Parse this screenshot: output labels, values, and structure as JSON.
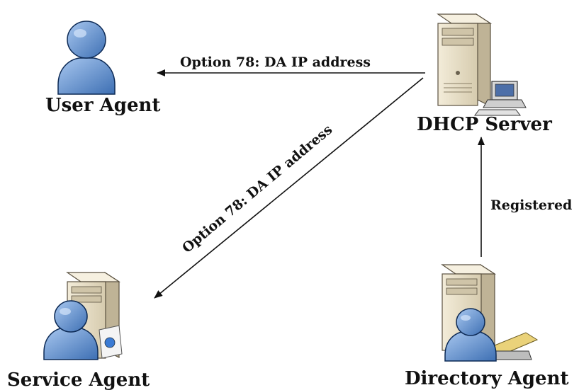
{
  "colors": {
    "person_body": "#4a7fc1",
    "person_highlight": "#a9c8f0",
    "person_outline": "#0d2a55",
    "server_face": "#e9e0c8",
    "server_side": "#bfb396",
    "server_outline": "#5a5140",
    "arrow": "#111111"
  },
  "nodes": {
    "user_agent": {
      "label": "User Agent",
      "icon": "person-icon"
    },
    "dhcp_server": {
      "label": "DHCP Server",
      "icon": "server-computer-icon"
    },
    "service_agent": {
      "label": "Service Agent",
      "icon": "server-person-icon"
    },
    "directory_agent": {
      "label": "Directory Agent",
      "icon": "server-person-directory-icon"
    }
  },
  "edges": {
    "dhcp_to_user": {
      "label": "Option 78: DA IP address"
    },
    "dhcp_to_service": {
      "label": "Option 78: DA IP address"
    },
    "directory_to_dhcp": {
      "label": "Registered"
    }
  }
}
